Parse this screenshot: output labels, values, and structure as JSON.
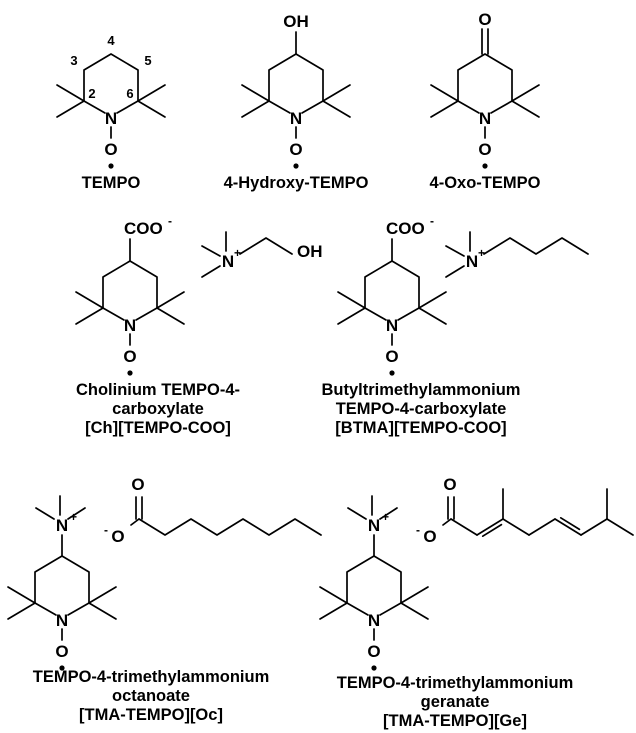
{
  "ring_numbers": [
    "2",
    "3",
    "4",
    "5",
    "6"
  ],
  "atoms": {
    "N": "N",
    "O": "O",
    "OH": "OH",
    "N_plus": "N",
    "plus": "+",
    "COO": "COO",
    "minus": "-"
  },
  "captions": {
    "tempo": [
      "TEMPO"
    ],
    "hydroxy": [
      "4-Hydroxy-TEMPO"
    ],
    "oxo": [
      "4-Oxo-TEMPO"
    ],
    "ch": [
      "Cholinium TEMPO-4-",
      "carboxylate",
      "[Ch][TEMPO-COO]"
    ],
    "btma": [
      "Butyltrimethylammonium",
      "TEMPO-4-carboxylate",
      "[BTMA][TEMPO-COO]"
    ],
    "oc": [
      "TEMPO-4-trimethylammonium",
      "octanoate",
      "[TMA-TEMPO][Oc]"
    ],
    "ge": [
      "TEMPO-4-trimethylammonium",
      "geranate",
      "[TMA-TEMPO][Ge]"
    ]
  }
}
